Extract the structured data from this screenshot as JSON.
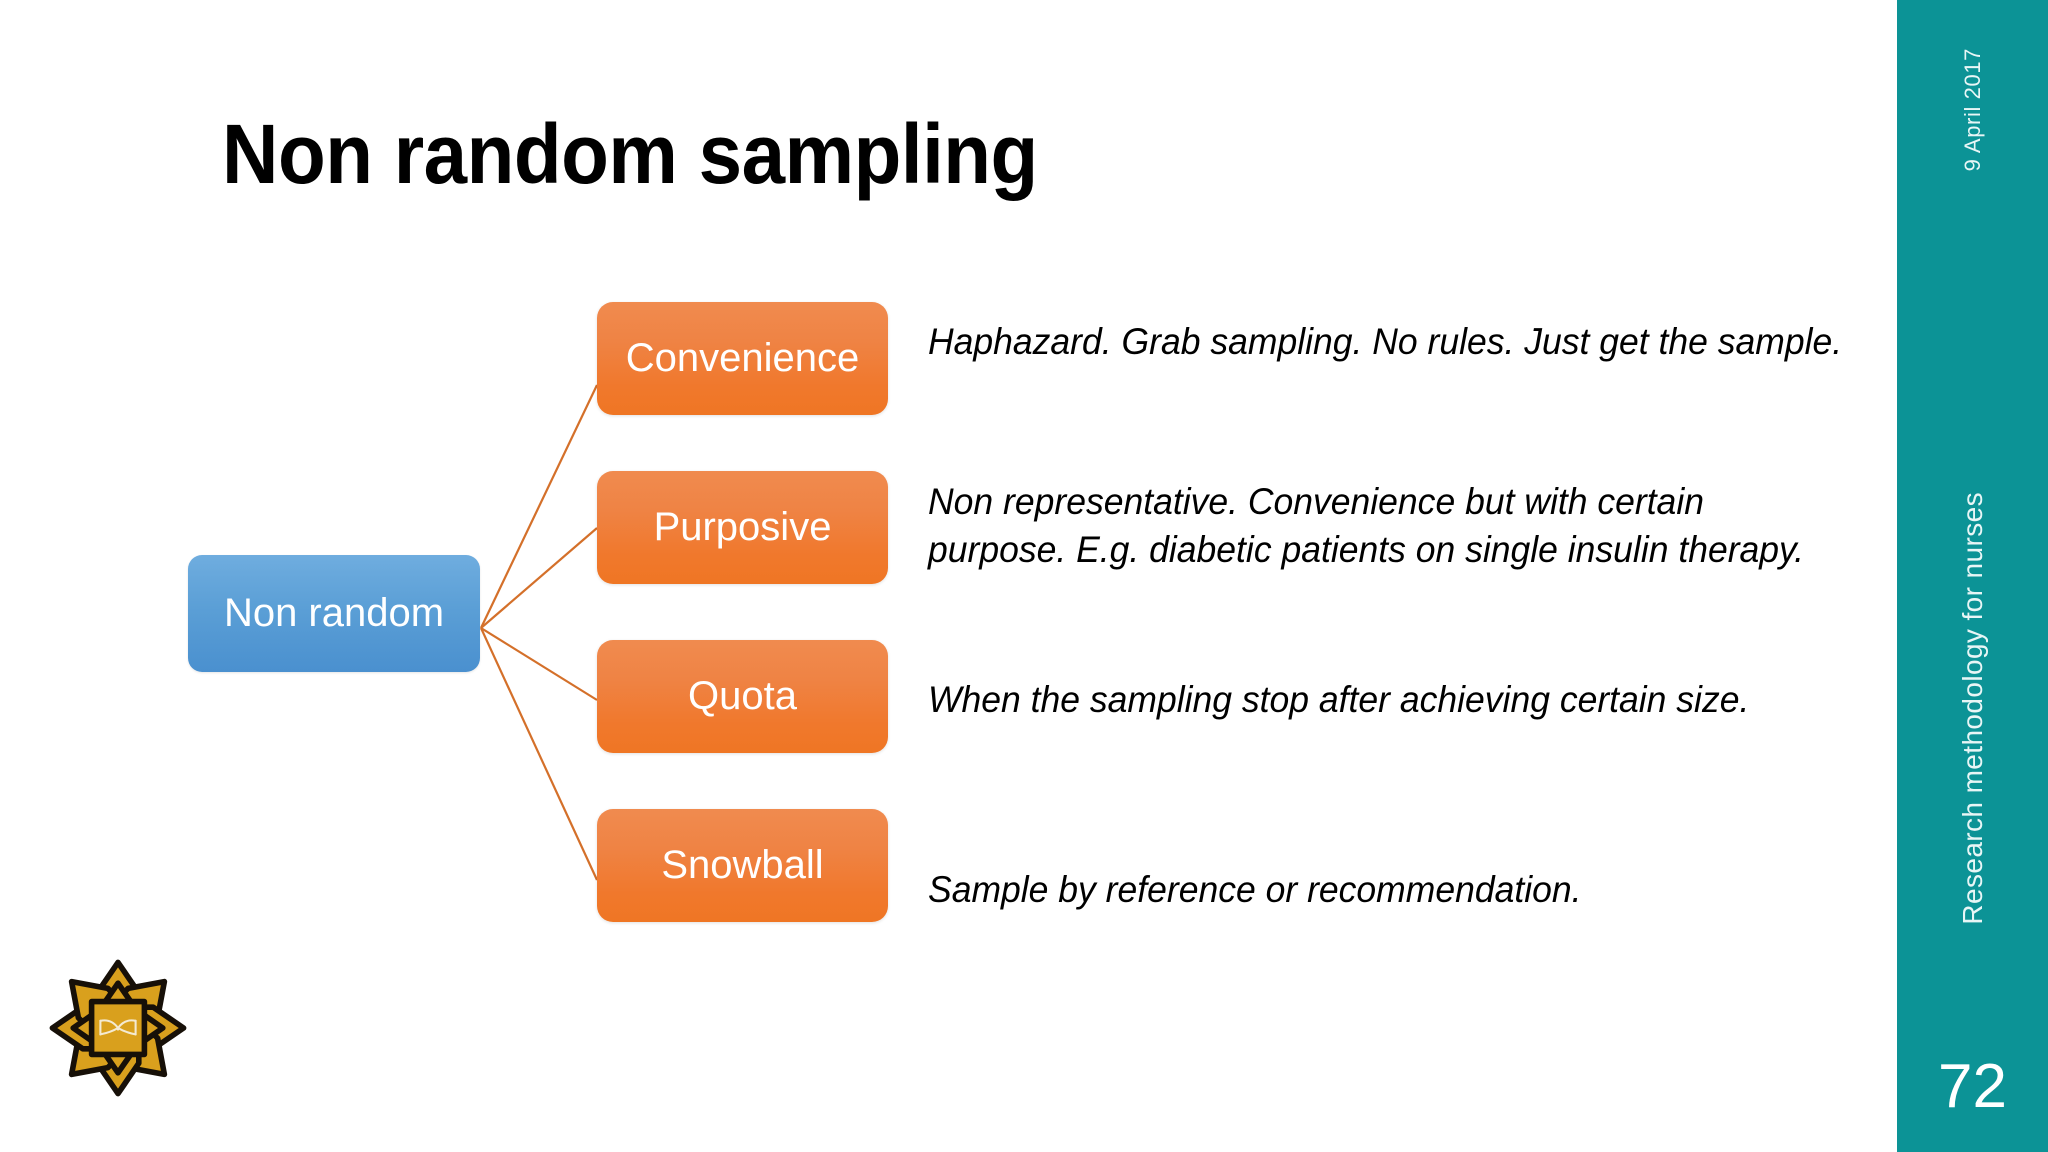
{
  "slide": {
    "title": "Non random sampling",
    "background_color": "#ffffff"
  },
  "diagram": {
    "type": "hierarchy",
    "root": {
      "label": "Non random",
      "fill_color": "#4a90cf",
      "text_color": "#ffffff"
    },
    "branch_fill_color": "#ef7a2e",
    "branch_text_color": "#ffffff",
    "connector_color": "#d4702a",
    "branches": [
      {
        "label": "Convenience",
        "description": "Haphazard. Grab sampling. No rules. Just get the sample."
      },
      {
        "label": "Purposive",
        "description": "Non representative. Convenience but with certain purpose. E.g. diabetic patients on single insulin therapy."
      },
      {
        "label": "Quota",
        "description": "When the sampling stop after achieving certain size."
      },
      {
        "label": "Snowball",
        "description": "Sample by reference or recommendation."
      }
    ]
  },
  "sidebar": {
    "background_color": "#0c9396",
    "date": "9 April 2017",
    "subject": "Research methodology for nurses",
    "page_number": "72",
    "text_color": "#ffffff"
  },
  "logo": {
    "name": "institution-emblem",
    "petal_color": "#d9a01d",
    "outline_color": "#1a1208",
    "center_color": "#d9a01d"
  }
}
